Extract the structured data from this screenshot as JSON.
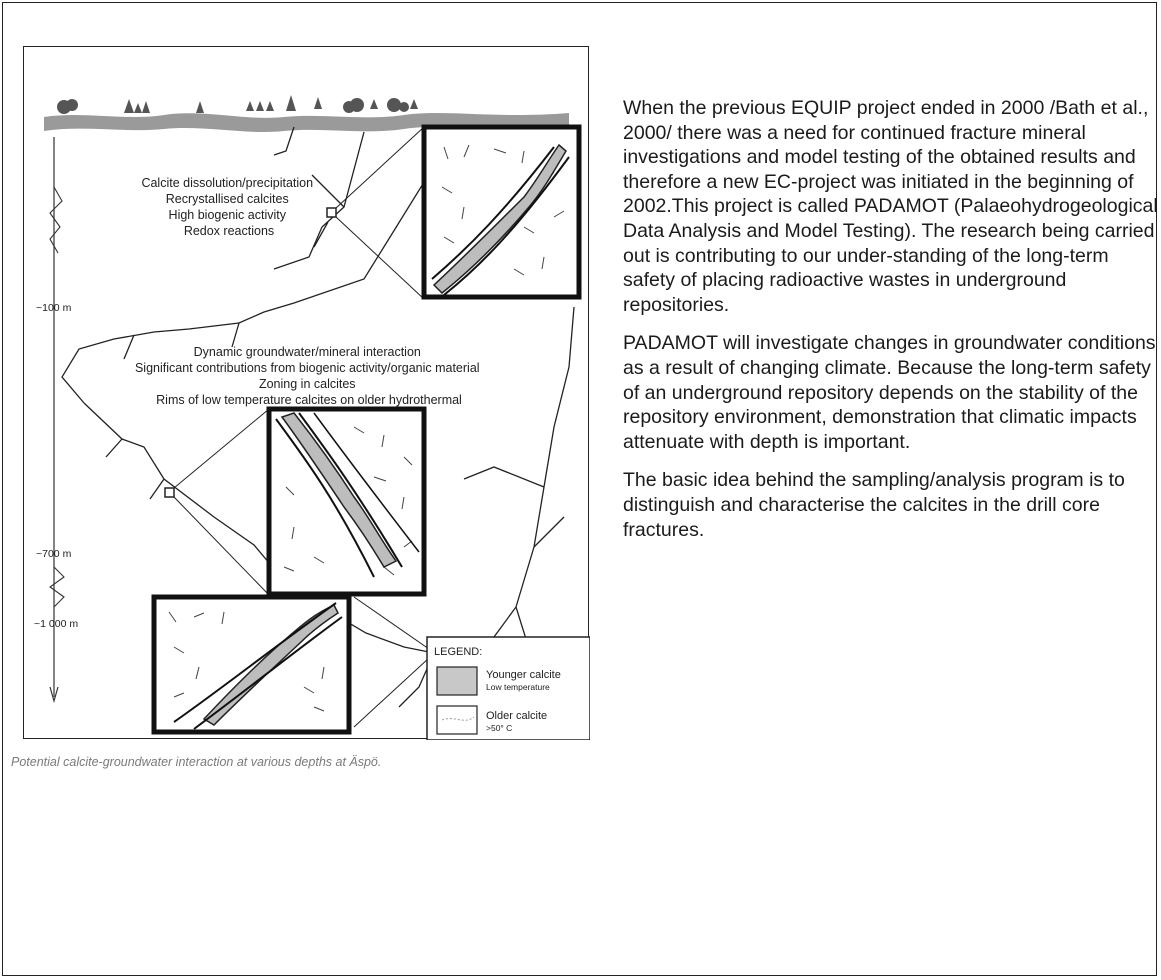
{
  "figure": {
    "zone1_lines": [
      "Calcite dissolution/precipitation",
      "Recrystallised calcites",
      "High biogenic activity",
      "Redox reactions"
    ],
    "zone2_lines": [
      "Dynamic groundwater/mineral interaction",
      "Significant contributions from biogenic activity/organic material",
      "Zoning in calcites",
      "Rims of low temperature calcites on older hydrothermal"
    ],
    "depths": [
      "~100 m",
      "~700 m",
      "~1 000 m"
    ],
    "legend": {
      "title": "LEGEND:",
      "younger_label": "Younger calcite",
      "younger_sub": "Low temperature",
      "older_label": "Older calcite",
      "older_sub": ">50° C"
    }
  },
  "caption": "Potential calcite-groundwater interaction at various depths at Äspö.",
  "paragraphs": [
    "When the previous EQUIP project ended in 2000 /Bath et al., 2000/ there was a need for continued fracture mineral investigations and model testing of the obtained results and therefore a new EC-project was initiated in the beginning of 2002.This project is called PADAMOT (Palaeohydrogeological Data Analysis and Model Testing). The research being carried out is contributing to our under-standing of the long-term safety of placing radioactive wastes in underground repositories.",
    "PADAMOT will investigate changes in groundwater conditions as a result of changing climate. Because the long-term safety of an underground repository depends on the stability of the repository environment, demonstration that climatic impacts attenuate with depth is important.",
    "The basic idea behind the sampling/analysis program is to distinguish and characterise the calcites in the drill core fractures."
  ]
}
